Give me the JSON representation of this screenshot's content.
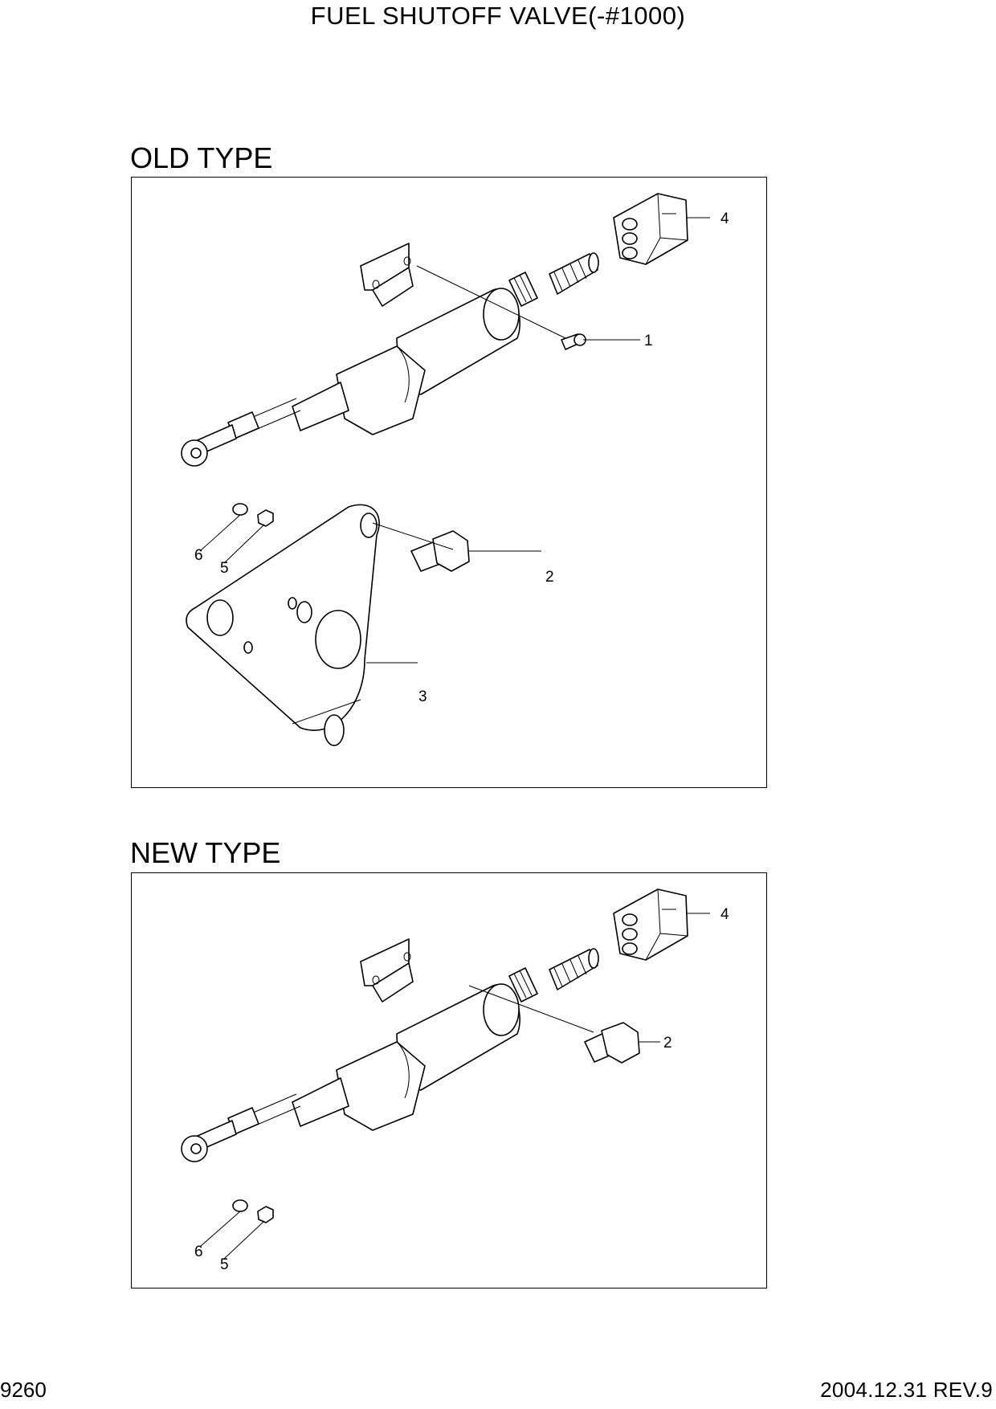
{
  "page": {
    "title": "FUEL SHUTOFF VALVE(-#1000)",
    "page_number": "9260",
    "revision": "2004.12.31  REV.9"
  },
  "old_type": {
    "title": "OLD TYPE",
    "callouts": {
      "c1": "1",
      "c2": "2",
      "c3": "3",
      "c4": "4",
      "c5": "5",
      "c6": "6"
    }
  },
  "new_type": {
    "title": "NEW TYPE",
    "callouts": {
      "c2": "2",
      "c4": "4",
      "c5": "5",
      "c6": "6"
    }
  }
}
